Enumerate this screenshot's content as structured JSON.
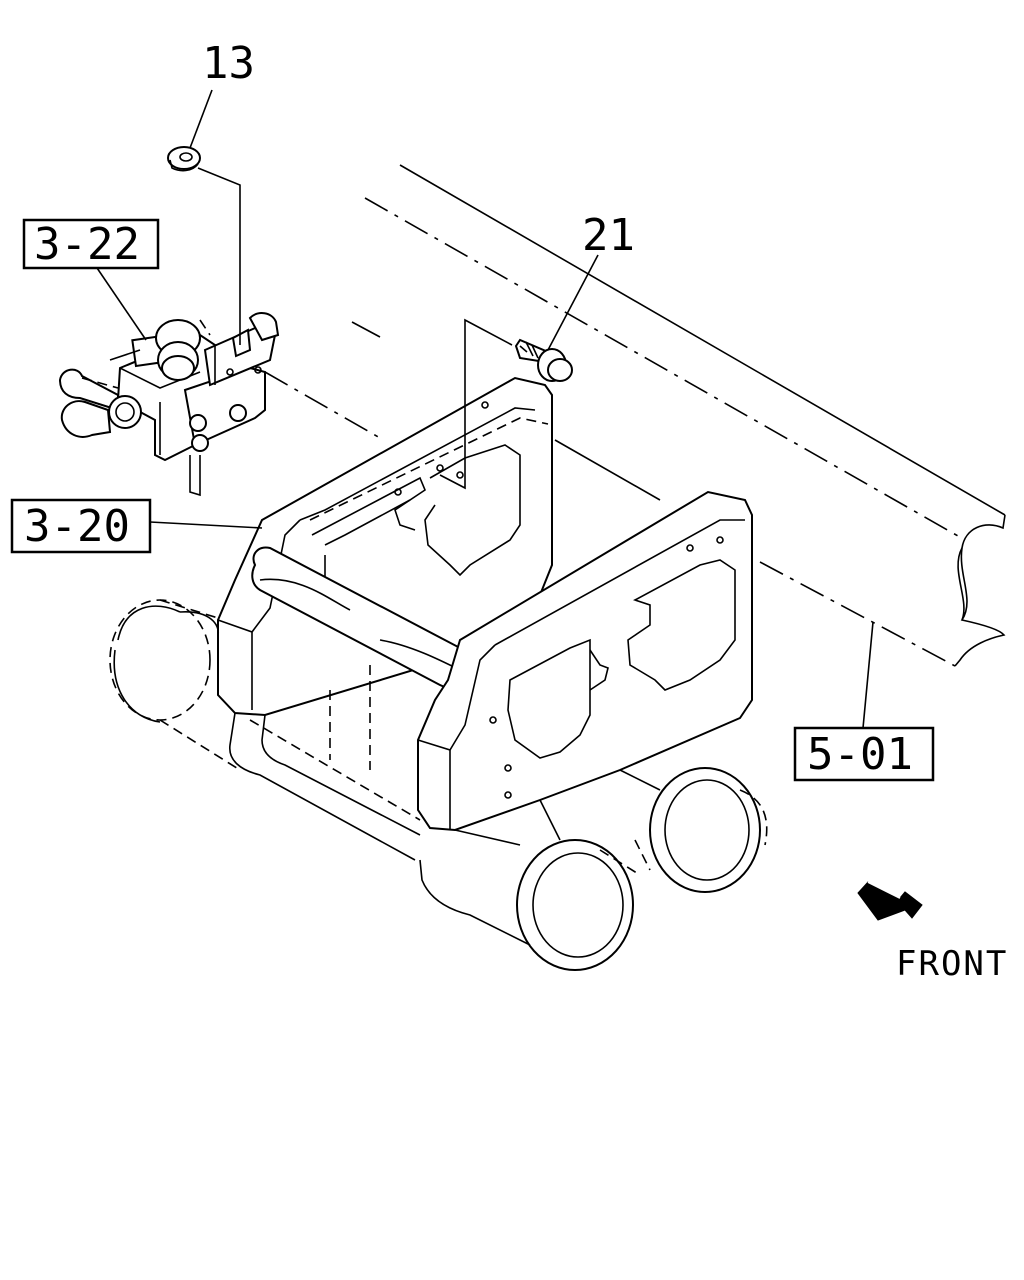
{
  "labels": {
    "part_13": "13",
    "part_21": "21",
    "ref_3_22": "3-22",
    "ref_3_20": "3-20",
    "ref_5_01": "5-01",
    "front": "FRONT"
  },
  "icons": {
    "front_arrow": "front-arrow-icon"
  }
}
